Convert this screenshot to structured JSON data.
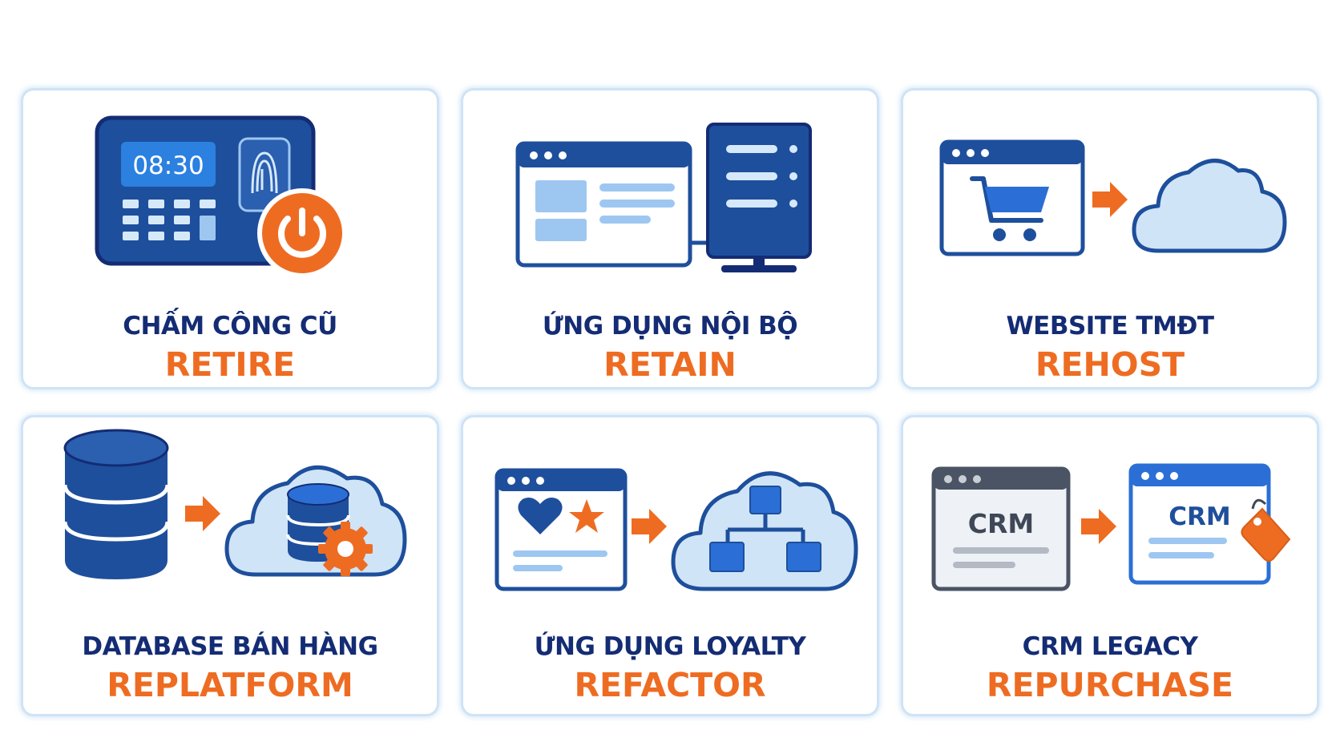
{
  "colors": {
    "navy": "#142c74",
    "blue": "#1e4f9c",
    "bright_blue": "#2b6fd6",
    "light_blue": "#9dc7f1",
    "pale_blue": "#d6e9fb",
    "orange": "#ee6c22",
    "card_border": "#cfe3f6"
  },
  "cards": [
    {
      "subtitle": "CHẤM CÔNG CŨ",
      "strategy": "RETIRE",
      "icon": "time-clock-power-icon",
      "clock_time": "08:30"
    },
    {
      "subtitle": "ỨNG DỤNG NỘI BỘ",
      "strategy": "RETAIN",
      "icon": "browser-server-icon"
    },
    {
      "subtitle": "WEBSITE TMĐT",
      "strategy": "REHOST",
      "icon": "cart-to-cloud-icon"
    },
    {
      "subtitle": "DATABASE BÁN HÀNG",
      "strategy": "REPLATFORM",
      "icon": "database-to-cloud-icon"
    },
    {
      "subtitle": "ỨNG DỤNG LOYALTY",
      "strategy": "REFACTOR",
      "icon": "app-to-cloud-microservices-icon"
    },
    {
      "subtitle": "CRM LEGACY",
      "strategy": "REPURCHASE",
      "icon": "crm-to-saas-crm-icon",
      "crm_old": "CRM",
      "crm_new": "CRM"
    }
  ]
}
